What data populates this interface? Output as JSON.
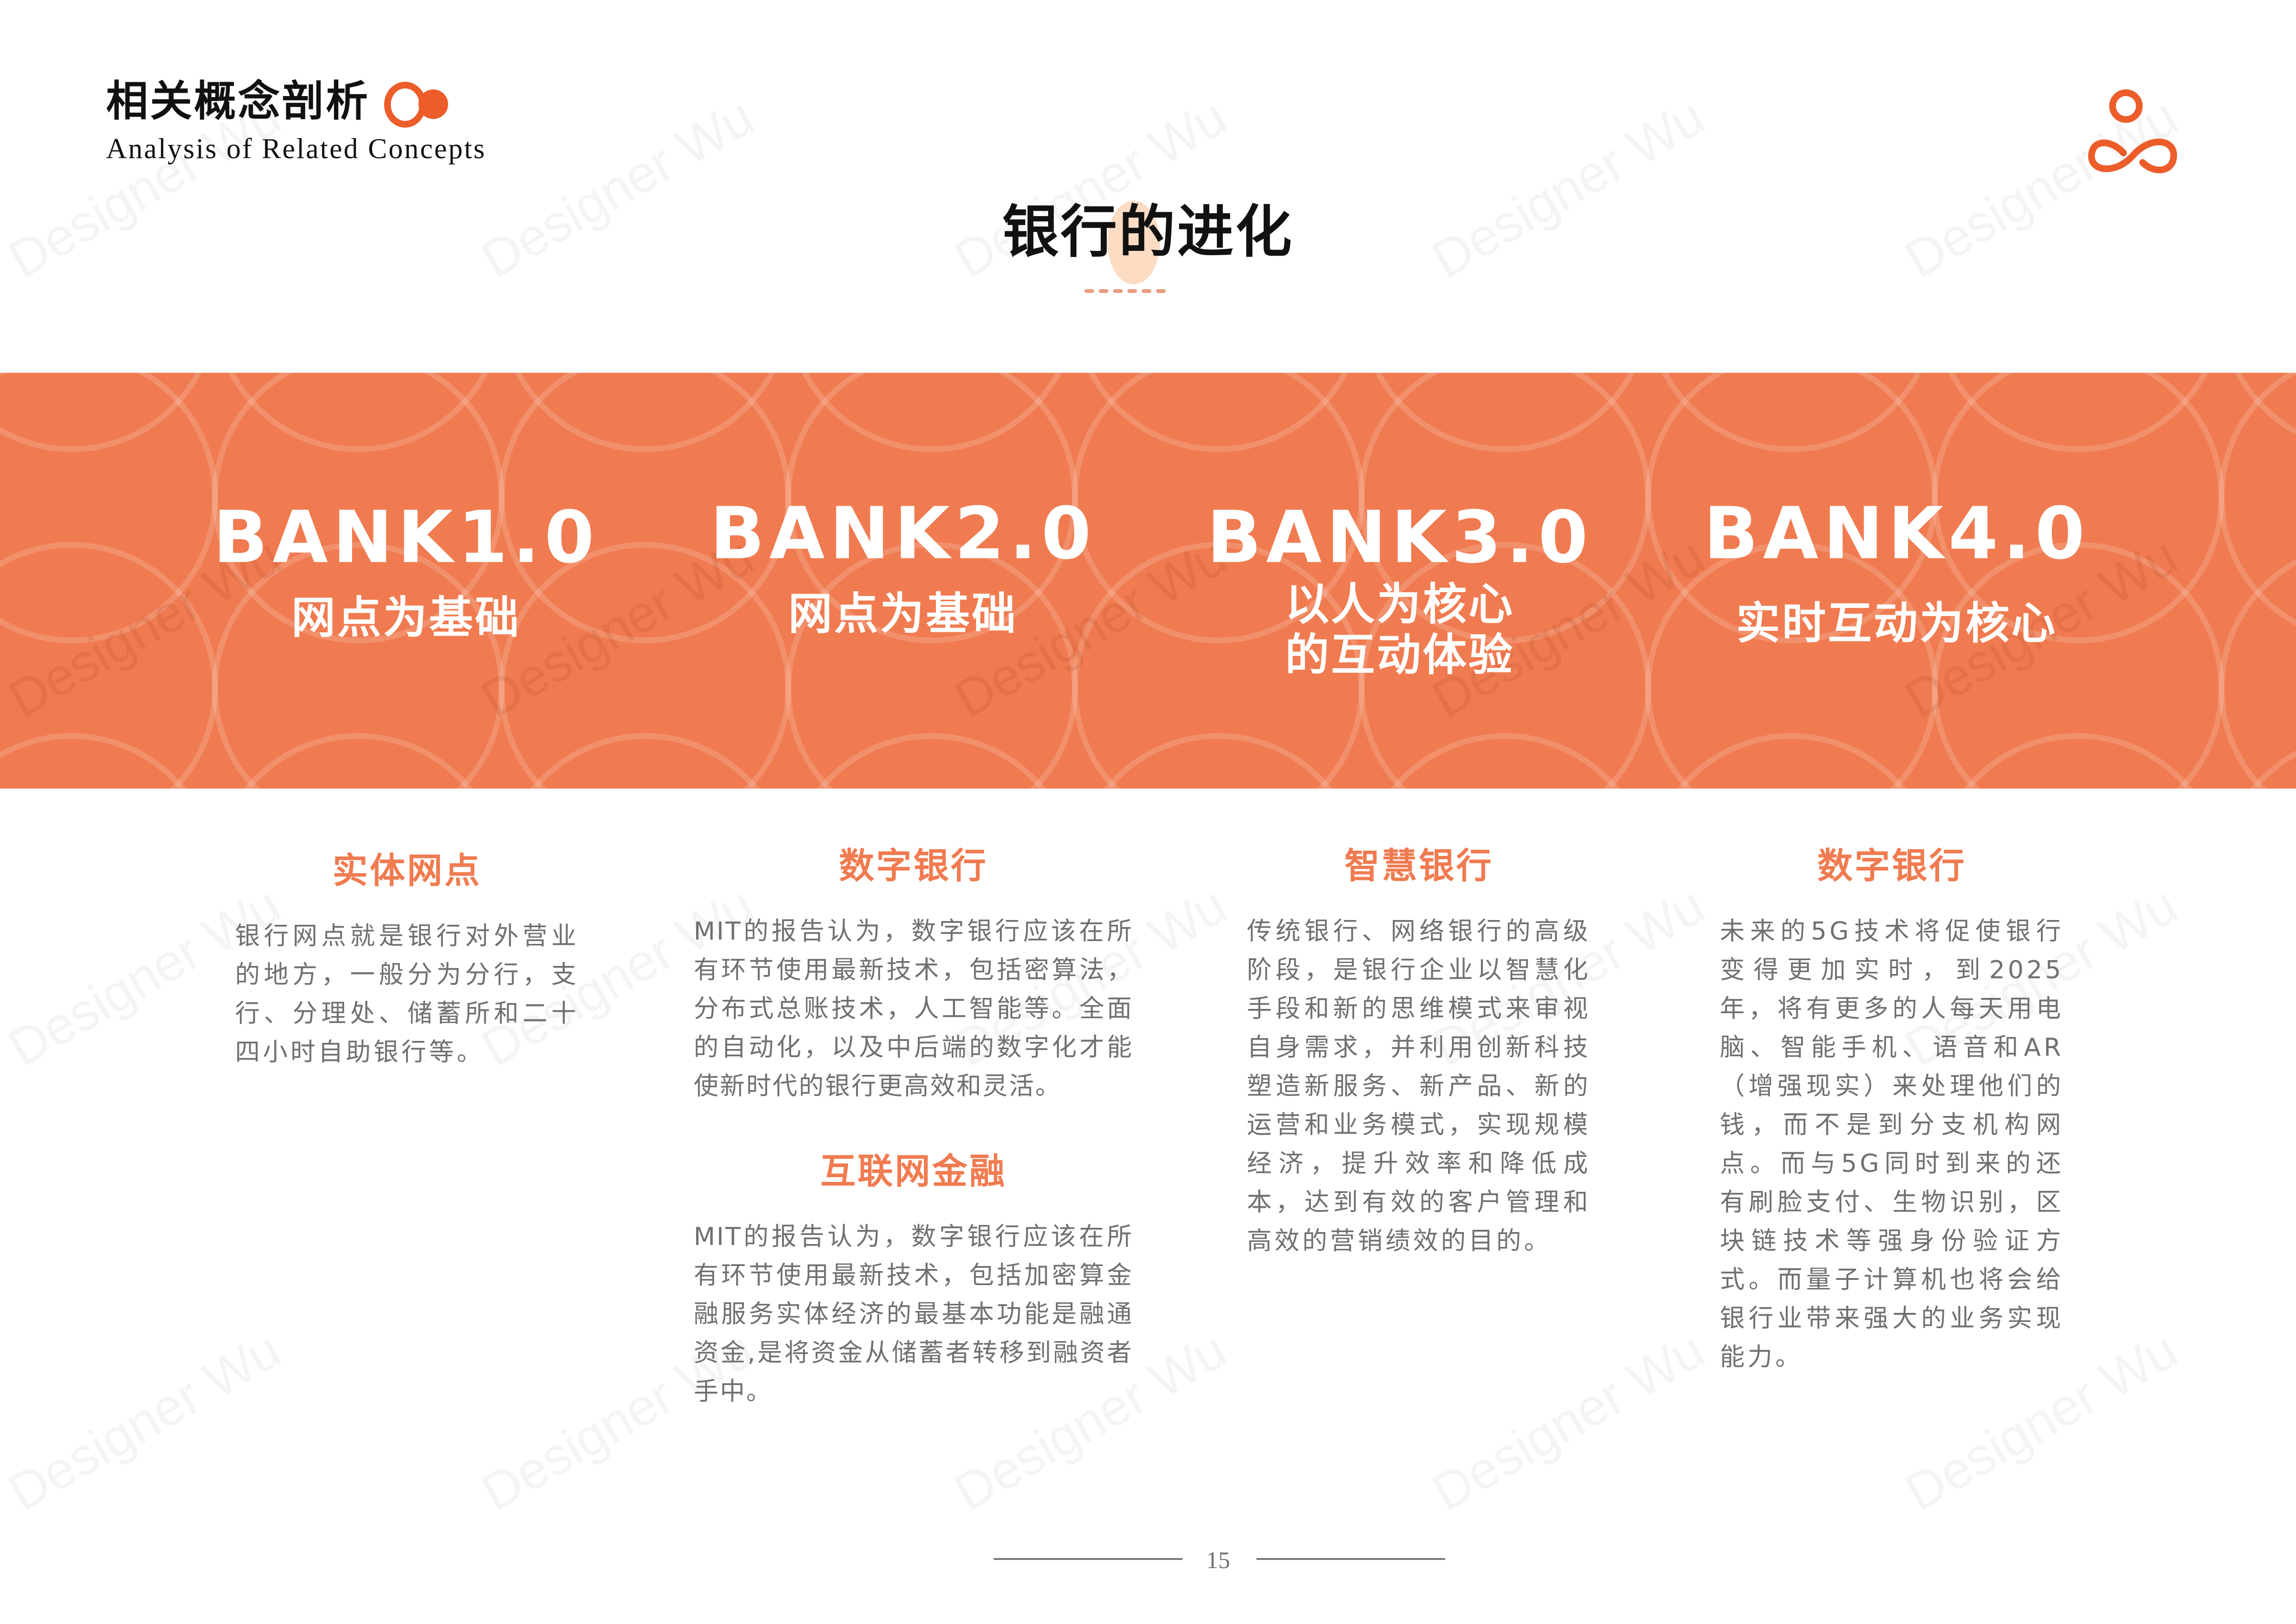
{
  "header": {
    "title": "相关概念剖析",
    "subtitle": "Analysis of Related Concepts",
    "logo_icon": "person-infinity-logo",
    "title_decoration_icon": "double-circle-icon"
  },
  "section": {
    "title": "银行的进化"
  },
  "bank_stages": [
    {
      "title": "BANK1.0",
      "subtitle_lines": [
        "网点为基础"
      ]
    },
    {
      "title": "BANK2.0",
      "subtitle_lines": [
        "网点为基础"
      ]
    },
    {
      "title": "BANK3.0",
      "subtitle_lines": [
        "以人为核心",
        "的互动体验"
      ]
    },
    {
      "title": "BANK4.0",
      "subtitle_lines": [
        "实时互动为核心"
      ]
    }
  ],
  "columns": [
    {
      "heading": "实体网点",
      "body": "银行网点就是银行对外营业的地方，一般分为分行，支行、分理处、储蓄所和二十四小时自助银行等。"
    },
    {
      "heading": "数字银行",
      "body": "MIT的报告认为，数字银行应该在所有环节使用最新技术，包括密算法，分布式总账技术，人工智能等。全面的自动化，以及中后端的数字化才能使新时代的银行更高效和灵活。",
      "heading2": "互联网金融",
      "body2": "MIT的报告认为，数字银行应该在所有环节使用最新技术，包括加密算金融服务实体经济的最基本功能是融通资金,是将资金从储蓄者转移到融资者手中。"
    },
    {
      "heading": "智慧银行",
      "body": "传统银行、网络银行的高级阶段，是银行企业以智慧化手段和新的思维模式来审视自身需求，并利用创新科技塑造新服务、新产品、新的运营和业务模式，实现规模经济，提升效率和降低成本，达到有效的客户管理和高效的营销绩效的目的。"
    },
    {
      "heading": "数字银行",
      "body": "未来的5G技术将促使银行变得更加实时，到2025年，将有更多的人每天用电脑、智能手机、语音和AR（增强现实）来处理他们的钱，而不是到分支机构网点。而与5G同时到来的还有刷脸支付、生物识别，区块链技术等强身份验证方式。而量子计算机也将会给银行业带来强大的业务实现能力。"
    }
  ],
  "footer": {
    "page_number": "15"
  },
  "watermark": "Designer Wu",
  "colors": {
    "accent": "#f07b50",
    "accent_dark": "#ec5d2a",
    "highlight": "#fddcc4",
    "body_text": "#707070",
    "heading_text": "#111111"
  }
}
